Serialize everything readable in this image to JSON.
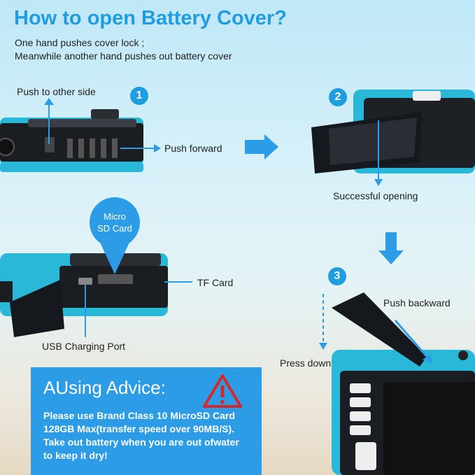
{
  "title": "How to open Battery Cover?",
  "subtitle": {
    "line1": "One hand pushes cover lock ;",
    "line2": "Meanwhile another hand pushes out battery cover"
  },
  "steps": {
    "step1": {
      "number": "1",
      "push_to_other_side": "Push to other side",
      "push_forward": "Push forward"
    },
    "step2": {
      "number": "2",
      "successful_opening": "Successful opening"
    },
    "step3": {
      "number": "3",
      "push_backward": "Push backward",
      "press_down": "Press down"
    }
  },
  "card_labels": {
    "micro_sd_line1": "Micro",
    "micro_sd_line2": "SD Card",
    "tf_card": "TF Card",
    "usb_charging_port": "USB Charging Port"
  },
  "advice": {
    "heading": "AUsing Advice:",
    "line1": "Please use Brand Class 10 MicroSD Card",
    "line2": "128GB Max(transfer speed over 90MB/S).",
    "line3": "Take out battery when you are out ofwater",
    "line4": "to keep it dry!"
  },
  "colors": {
    "accent_blue": "#1e9de0",
    "camera_blue": "#29b8d8",
    "advice_bg": "#2d9ce6",
    "warning_red": "#d62828"
  }
}
